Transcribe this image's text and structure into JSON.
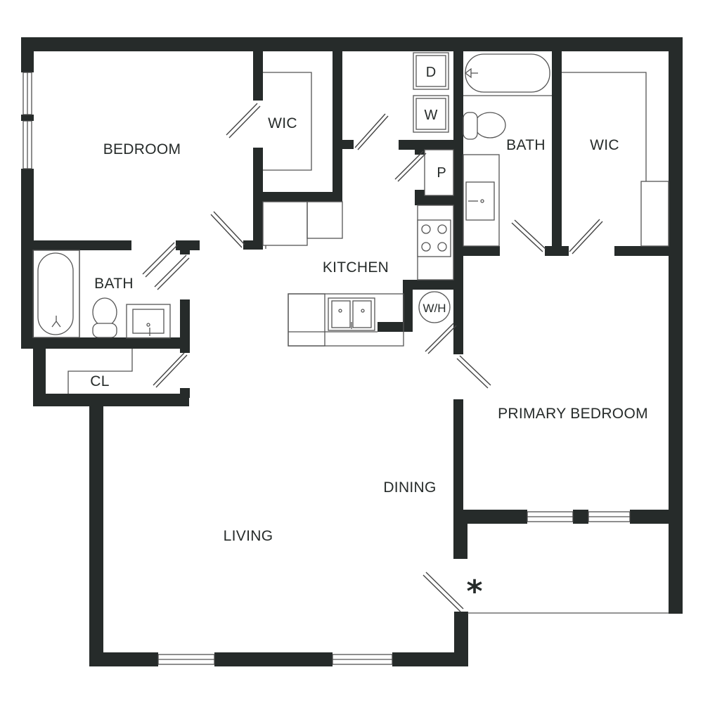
{
  "rooms": {
    "bedroom": "BEDROOM",
    "wic_left": "WIC",
    "bath_left": "BATH",
    "closet": "CL",
    "kitchen": "KITCHEN",
    "bath_right": "BATH",
    "wic_right": "WIC",
    "primary_bedroom": "PRIMARY BEDROOM",
    "dining": "DINING",
    "living": "LIVING"
  },
  "appliances": {
    "dryer": "D",
    "washer": "W",
    "pantry": "P",
    "water_heater": "W/H"
  },
  "markers": {
    "patio": "*"
  },
  "colors": {
    "wall": "#262b2a",
    "background": "#ffffff"
  }
}
